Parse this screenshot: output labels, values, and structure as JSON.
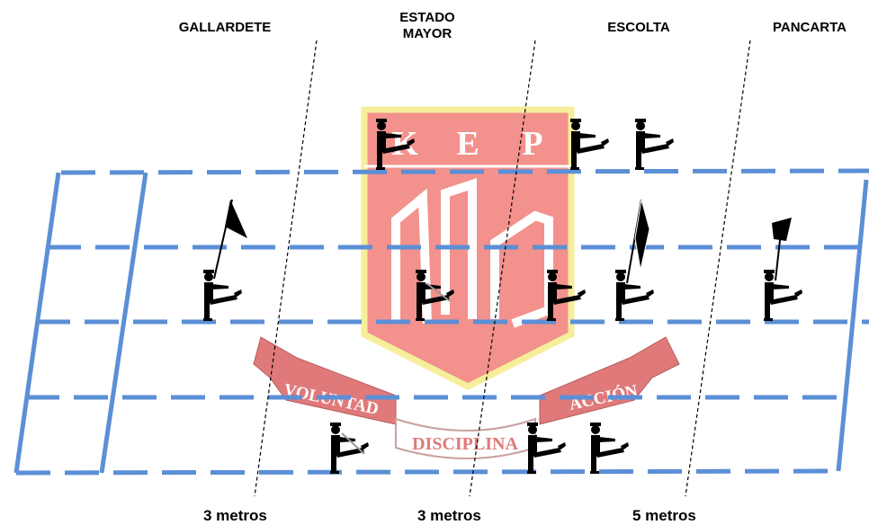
{
  "sections": {
    "gallardete": "GALLARDETE",
    "estado_mayor_line1": "ESTADO",
    "estado_mayor_line2": "MAYOR",
    "escolta": "ESCOLTA",
    "pancarta": "PANCARTA"
  },
  "distances": [
    "3 metros",
    "3 metros",
    "5 metros"
  ],
  "emblem": {
    "letters": [
      "K",
      "E",
      "P"
    ],
    "ribbon_left": "VOLUNTAD",
    "ribbon_center": "DISCIPLINA",
    "ribbon_right": "ACCIÓN"
  },
  "colors": {
    "grid": "#5b8fd6",
    "shield_fill": "#f3918c",
    "shield_border": "#f6ee9a",
    "ribbon": "#e07a7a",
    "figure": "#000000"
  },
  "figure_icon": "marching-soldier-icon"
}
